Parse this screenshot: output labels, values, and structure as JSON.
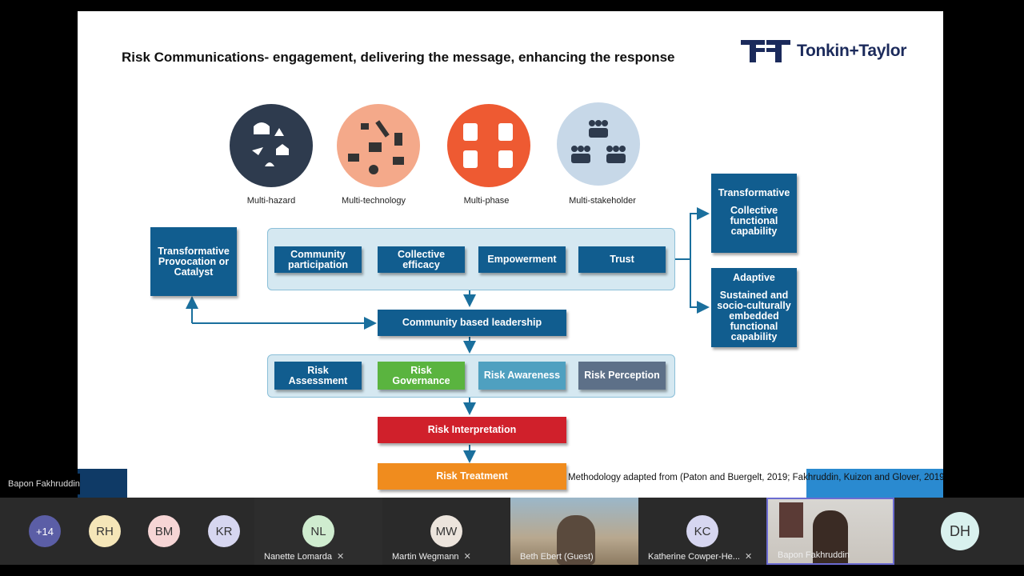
{
  "slide": {
    "title": "Risk Communications- engagement, delivering the message, enhancing the response",
    "brand": "Tonkin+Taylor",
    "icons": [
      {
        "label": "Multi-hazard",
        "icon": "hazard-icons",
        "color": "#2e3b4e"
      },
      {
        "label": "Multi-technology",
        "icon": "technology-icons",
        "color": "#f4a98a"
      },
      {
        "label": "Multi-phase",
        "icon": "phase-cycle-icons",
        "color": "#ee5a32"
      },
      {
        "label": "Multi-stakeholder",
        "icon": "people-group-icons",
        "color": "#c7d8e8"
      }
    ],
    "left_box": "Transformative Provocation or Catalyst",
    "top_panel": [
      "Community participation",
      "Collective efficacy",
      "Empowerment",
      "Trust"
    ],
    "leadership": "Community based leadership",
    "risk_panel": [
      {
        "label": "Risk Assessment",
        "color": "#115d8f"
      },
      {
        "label": "Risk Governance",
        "color": "#5ab43f"
      },
      {
        "label": "Risk Awareness",
        "color": "#4fa0c0"
      },
      {
        "label": "Risk Perception",
        "color": "#5d7088"
      }
    ],
    "interpretation": "Risk Interpretation",
    "treatment": "Risk Treatment",
    "right_transformative": {
      "title": "Transformative",
      "body": "Collective functional capability"
    },
    "right_adaptive": {
      "title": "Adaptive",
      "body": "Sustained and socio-culturally embedded functional capability"
    },
    "citation": "Methodology adapted from (Paton and Buergelt, 2019; Fakhruddin, Kuizon and Glover, 2019)"
  },
  "presenter_tag": "Bapon Fakhruddin",
  "participants": [
    {
      "initials": "+14",
      "color": "#5b5ea6",
      "name": ""
    },
    {
      "initials": "RH",
      "color": "#f5e6b8",
      "name": ""
    },
    {
      "initials": "BM",
      "color": "#f6d5d5",
      "name": ""
    },
    {
      "initials": "KR",
      "color": "#d6d6f0",
      "name": ""
    },
    {
      "initials": "NL",
      "color": "#cfeccf",
      "name": "Nanette Lomarda"
    },
    {
      "initials": "MW",
      "color": "#ece4dc",
      "name": "Martin Wegmann"
    },
    {
      "initials": "",
      "color": "",
      "name": "Beth Ebert (Guest)"
    },
    {
      "initials": "KC",
      "color": "#d6d6f0",
      "name": "Katherine Cowper-He..."
    },
    {
      "initials": "",
      "color": "",
      "name": "Bapon Fakhruddin"
    },
    {
      "initials": "DH",
      "color": "#d9f1ee",
      "name": ""
    }
  ]
}
